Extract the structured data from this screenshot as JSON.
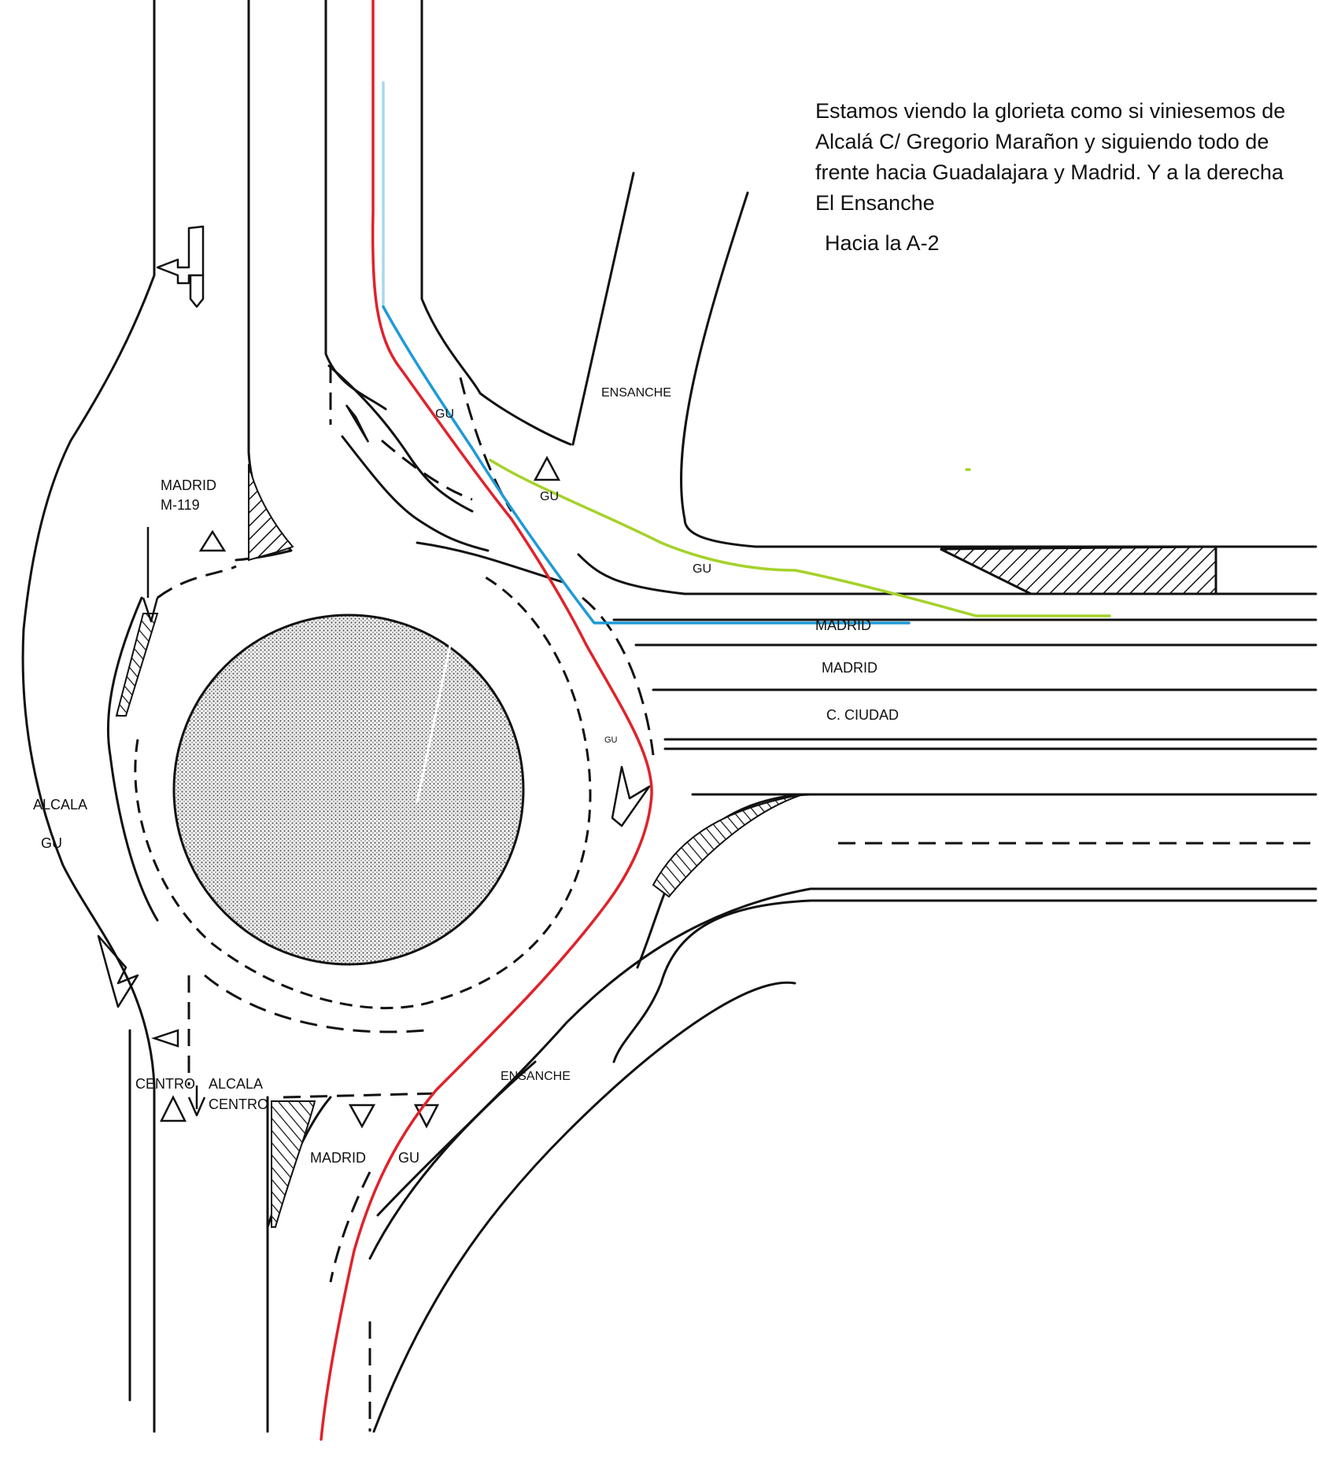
{
  "note": {
    "text": "Estamos viendo la glorieta como si viniesemos de Alcalá C/ Gregorio Marañon y siguiendo todo de frente hacia Guadalajara y Madrid. Y a la derecha El Ensanche",
    "subtext": "Hacia la A-2"
  },
  "labels": {
    "ensanche_top": "ENSANCHE",
    "gu_ramp": "GU",
    "gu_yield": "GU",
    "gu_right_lane": "GU",
    "gu_ring": "GU",
    "madrid_m119_line1": "MADRID",
    "madrid_m119_line2": "M-119",
    "madrid_lane1": "MADRID",
    "madrid_lane2": "MADRID",
    "c_ciudad": "C. CIUDAD",
    "alcala_left": "ALCALA",
    "gu_left": "GU",
    "centro_left": "CENTRO",
    "alcala_centro_line1": "ALCALA",
    "alcala_centro_line2": "CENTRO",
    "ensanche_bottom": "ENSANCHE",
    "madrid_bottom": "MADRID",
    "gu_bottom": "GU"
  },
  "colors": {
    "road_line": "#111111",
    "route_red": "#e0222a",
    "route_light_blue": "#a8d8ec",
    "route_blue": "#1e9ad6",
    "route_green": "#a4d22a",
    "island_fill": "#e4e4e4"
  },
  "icons": [
    "yield-triangle-icon",
    "turn-arrow-icon",
    "zigzag-arrow-icon",
    "hatched-island-icon",
    "dotted-center-island-icon"
  ]
}
